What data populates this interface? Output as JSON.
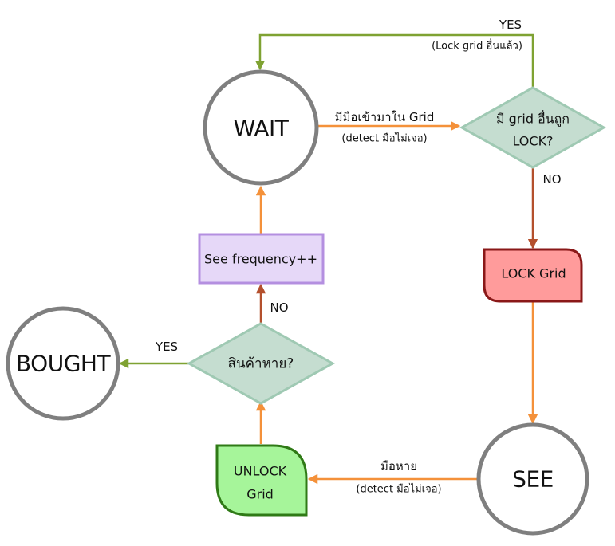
{
  "states": {
    "wait": "WAIT",
    "see": "SEE",
    "bought": "BOUGHT"
  },
  "decisions": {
    "grid_locked_line1": "มี grid อื่นถูก",
    "grid_locked_line2": "LOCK?",
    "item_gone": "สินค้าหาย?"
  },
  "processes": {
    "lock_grid": "LOCK Grid",
    "unlock_grid_line1": "UNLOCK",
    "unlock_grid_line2": "Grid",
    "see_frequency": "See frequency++"
  },
  "edges": {
    "wait_to_decision_main": "มีมือเข้ามาใน Grid",
    "wait_to_decision_sub": "(detect มือไม่เจอ)",
    "see_to_unlock_main": "มือหาย",
    "see_to_unlock_sub": "(detect มือไม่เจอ)",
    "decision_yes": "YES",
    "decision_yes_sub": "(Lock grid อื่นแล้ว)",
    "decision_no": "NO",
    "item_yes": "YES",
    "item_no": "NO"
  },
  "colors": {
    "orange_arrow": "#f4913a",
    "green_arrow": "#7fa232",
    "brown_arrow": "#b4502d",
    "circle_stroke": "#7f7f7f",
    "decision_fill": "#c5ddd0",
    "decision_stroke": "#9fc9b3",
    "lock_fill": "#ff9b9b",
    "lock_stroke": "#8a1818",
    "unlock_fill": "#a6f59a",
    "unlock_stroke": "#2f7a16",
    "freq_fill": "#e6d8f8",
    "freq_stroke": "#b48fe0"
  }
}
